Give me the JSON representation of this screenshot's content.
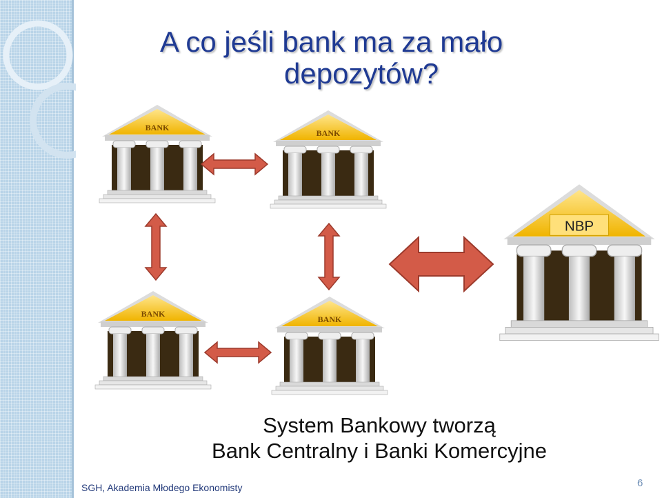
{
  "slide": {
    "title_line1": "A co jeśli bank ma za mało",
    "title_line2": "depozytów?",
    "subtitle_line1": "System Bankowy tworzą",
    "subtitle_line2": "Bank Centralny i Banki Komercyjne",
    "footer": "SGH, Akademia Młodego Ekonomisty",
    "page_number": "6"
  },
  "banks": {
    "commercial_label": "BANK",
    "central_label": "NBP"
  },
  "colors": {
    "title": "#1f3a93",
    "arrow_fill": "#d35b48",
    "arrow_stroke": "#9c3a2c",
    "roof": "#f6c224",
    "column": "#e9e9e9",
    "interior": "#3a2a12",
    "strip": "#b9d4e8"
  },
  "icons": [
    "bank-building-icon",
    "double-arrow-icon"
  ]
}
